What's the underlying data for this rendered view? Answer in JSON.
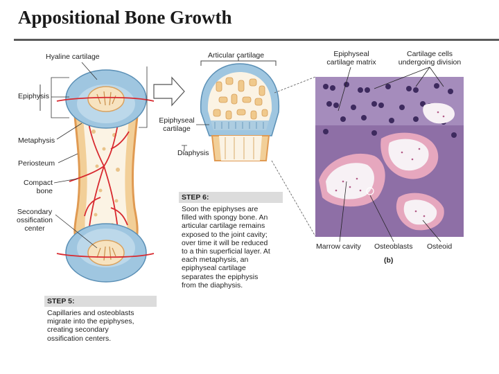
{
  "slide": {
    "title": "Appositional Bone Growth"
  },
  "labels": {
    "hyaline_cartilage": "Hyaline cartilage",
    "epiphysis": "Epiphysis",
    "metaphysis": "Metaphysis",
    "periosteum": "Periosteum",
    "compact_bone": "Compact\nbone",
    "secondary_ossification_center": "Secondary\nossification\ncenter",
    "articular_cartilage": "Articular cartilage",
    "epiphyseal_cartilage": "Epiphyseal\ncartilage",
    "diaphysis": "Diaphysis",
    "epiphyseal_cartilage_matrix": "Epiphyseal\ncartilage matrix",
    "cartilage_cells_dividing": "Cartilage cells\nundergoing division",
    "marrow_cavity": "Marrow cavity",
    "osteoblasts": "Osteoblasts",
    "osteoid": "Osteoid",
    "panel_b": "(b)"
  },
  "steps": {
    "step5": {
      "heading": "STEP 5:",
      "text": "Capillaries and osteoblasts\nmigrate into the epiphyses,\ncreating secondary\nossification centers."
    },
    "step6": {
      "heading": "STEP 6:",
      "text": "Soon the epiphyses are\nfilled with spongy bone. An\narticular cartilage remains\nexposed to the joint cavity;\nover time it will be reduced\nto a thin superficial layer. At\neach metaphysis, an\nepiphyseal cartilage\nseparates the epiphysis\nfrom the diaphysis."
    }
  },
  "colors": {
    "cartilage_blue": "#9fc6e0",
    "bone_tan": "#f2cf98",
    "marrow_cream": "#fbf3e4",
    "vessel_red": "#d8292f",
    "periosteum_orange": "#e8a25a",
    "micro_purple": "#8e6fa6",
    "micro_pink": "#e6a7be",
    "step_header_gray": "#dcdcdc"
  }
}
